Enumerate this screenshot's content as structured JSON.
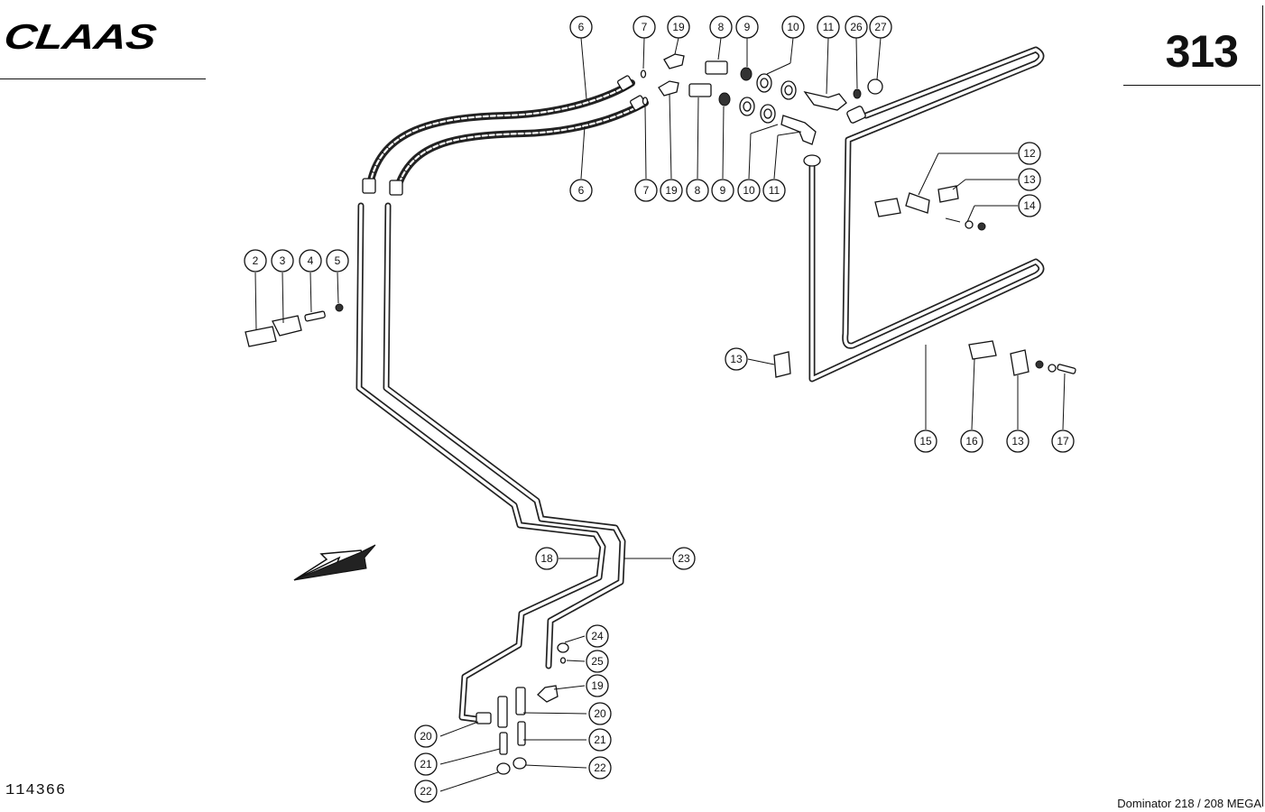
{
  "header": {
    "brand": "CLAAS",
    "page_number": "313"
  },
  "footer": {
    "drawing_number": "114366",
    "model": "Dominator 218 / 208 MEGA"
  },
  "callouts": {
    "c6a": "6",
    "c7a": "7",
    "c19a": "19",
    "c8a": "8",
    "c9a": "9",
    "c10a": "10",
    "c11a": "11",
    "c26": "26",
    "c27": "27",
    "c6b": "6",
    "c7b": "7",
    "c19b": "19",
    "c8b": "8",
    "c9b": "9",
    "c10b": "10",
    "c11b": "11",
    "c12": "12",
    "c13a": "13",
    "c14": "14",
    "c2": "2",
    "c3": "3",
    "c4": "4",
    "c5": "5",
    "c13b": "13",
    "c15": "15",
    "c16": "16",
    "c13c": "13",
    "c17": "17",
    "c18": "18",
    "c23": "23",
    "c24": "24",
    "c25": "25",
    "c19c": "19",
    "c20a": "20",
    "c20b": "20",
    "c21a": "21",
    "c21b": "21",
    "c22a": "22",
    "c22b": "22"
  }
}
